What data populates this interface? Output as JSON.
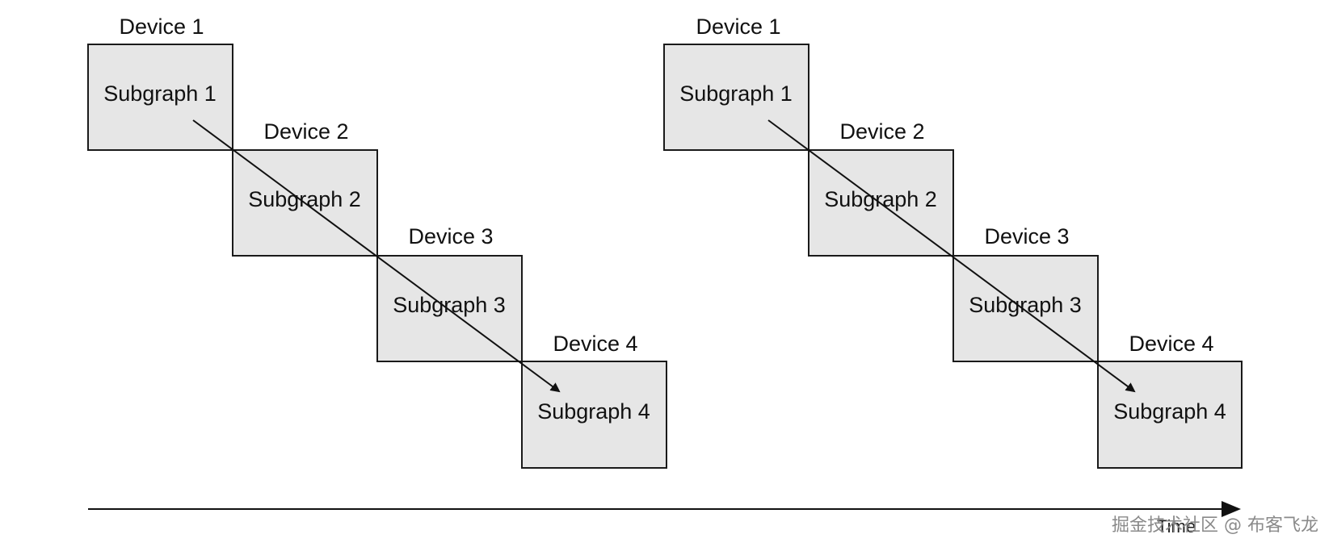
{
  "panels": [
    {
      "steps": [
        {
          "device": "Device 1",
          "subgraph": "Subgraph 1"
        },
        {
          "device": "Device 2",
          "subgraph": "Subgraph 2"
        },
        {
          "device": "Device 3",
          "subgraph": "Subgraph 3"
        },
        {
          "device": "Device 4",
          "subgraph": "Subgraph 4"
        }
      ]
    },
    {
      "steps": [
        {
          "device": "Device 1",
          "subgraph": "Subgraph 1"
        },
        {
          "device": "Device 2",
          "subgraph": "Subgraph 2"
        },
        {
          "device": "Device 3",
          "subgraph": "Subgraph 3"
        },
        {
          "device": "Device 4",
          "subgraph": "Subgraph 4"
        }
      ]
    }
  ],
  "timeline": {
    "label": "Time"
  },
  "watermark": "掘金技术社区 @ 布客飞龙",
  "colors": {
    "box_fill": "#e6e6e6",
    "stroke": "#1a1a1a"
  }
}
